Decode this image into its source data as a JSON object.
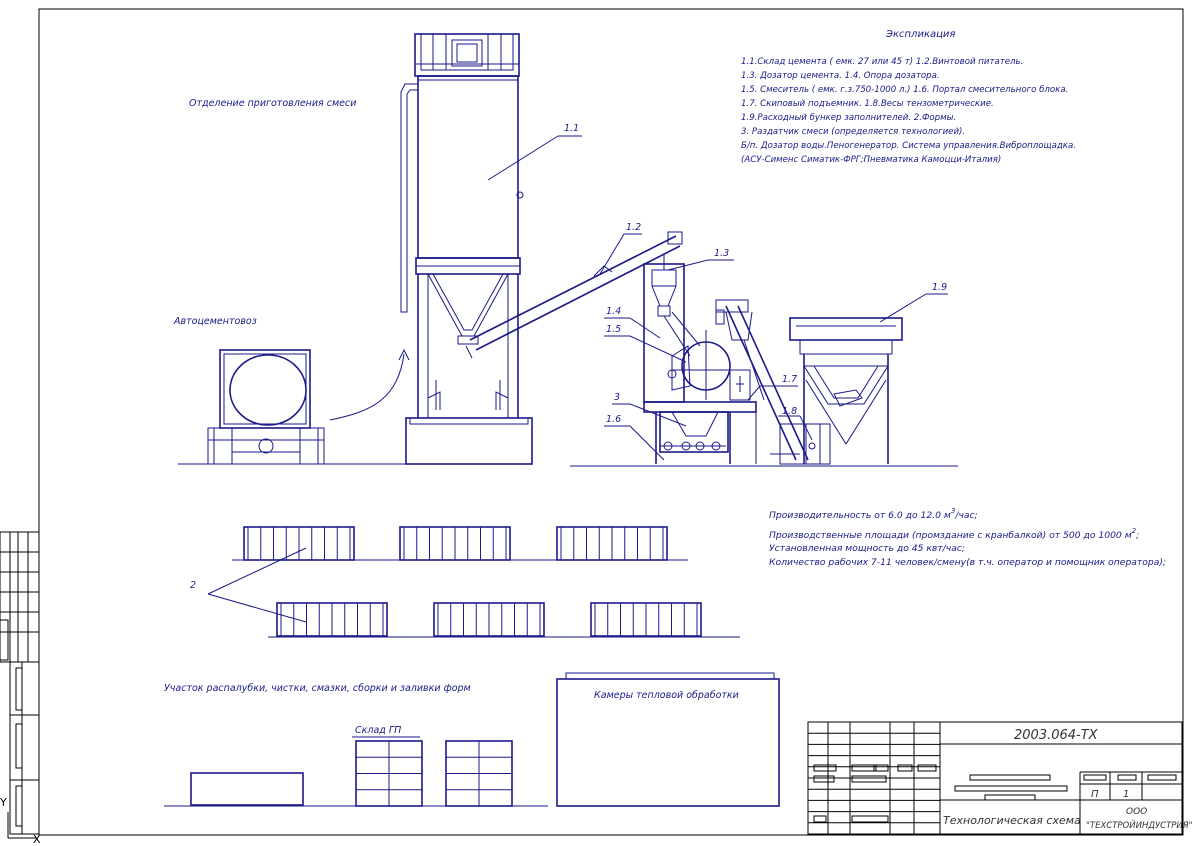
{
  "legend": {
    "title": "Экспликация",
    "lines": [
      "1.1.Склад цемента ( емк. 27 или 45 т)   1.2.Винтовой питатель.",
      "1.3. Дозатор цемента. 1.4. Опора дозатора.",
      "1.5. Смеситель ( емк. г.з.750-1000 л.) 1.6. Портал смесительного блока.",
      "1.7. Скиповый подъемник. 1.8.Весы тензометрические.",
      "1.9.Расходный бункер заполнителей. 2.Формы.",
      "3. Раздатчик смеси (определяется технологией).",
      " Б/п. Дозатор воды.Пеногенератор. Система управления.Виброплощадка.",
      "(АСУ-Сименс Симатик-ФРГ;Пневматика Камоцци-Италия)"
    ]
  },
  "sections": {
    "mixing": "Отделение приготовления смеси",
    "truck": "Автоцементовоз",
    "formwork": "Участок распалубки, чистки, смазки, сборки и заливки форм",
    "warehouse": "Склад ГП",
    "chambers": "Камеры тепловой обработки"
  },
  "specs": {
    "line1": "Производительность   от 6.0 до 12.0 м",
    "line1_sup": "3",
    "line1_tail": "/час;",
    "line2": "Производственные площади (промздание с кранбалкой)   от 500 до 1000 м",
    "line2_sup": "2",
    "line2_tail": ";",
    "line3": "Установленная мощность до 45 квт/час;",
    "line4": "Количество рабочих 7-11 человек/смену(в т.ч. оператор и помощник оператора);"
  },
  "callouts": {
    "c11": "1.1",
    "c12": "1.2",
    "c13": "1.3",
    "c14": "1.4",
    "c15": "1.5",
    "c3": "3",
    "c16": "1.6",
    "c17": "1.7",
    "c18": "1.8",
    "c19": "1.9",
    "c2": "2"
  },
  "title_block": {
    "doc_number": "2003.064-ТХ",
    "drawing_title": "Технологическая схема",
    "stage": "П",
    "sheet": "1",
    "org_line1": "ООО",
    "org_line2": "\"ТЕХСТРОЙИНДУСТРИЯ\""
  },
  "ucs": {
    "y_label": "Y",
    "x_label": "X"
  },
  "colors": {
    "drawing": "#1a1a8a",
    "frame": "#000000"
  }
}
